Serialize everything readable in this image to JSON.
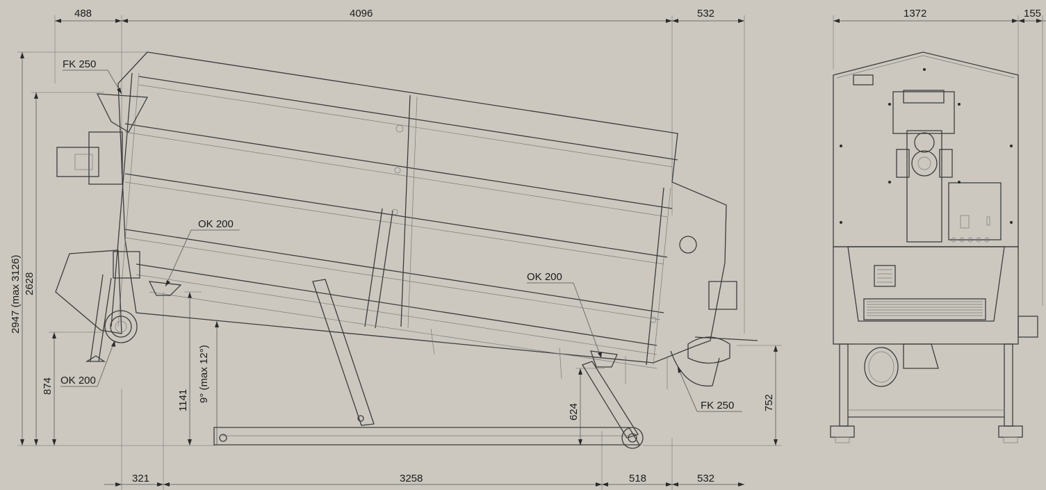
{
  "side_view": {
    "top_dims": {
      "d1": "488",
      "d2": "4096",
      "d3": "532"
    },
    "bottom_dims": {
      "d1": "321",
      "d2": "3258",
      "d3": "518",
      "d4": "532"
    },
    "left_dims": {
      "overall": "2947 (max 3126)",
      "inner": "2628",
      "low": "874"
    },
    "inner_dims": {
      "height": "1141",
      "angle": "9° (max 12°)",
      "leg": "624",
      "right": "752"
    },
    "labels": {
      "fk_top": "FK 250",
      "ok_left": "OK 200",
      "ok_mid": "OK 200",
      "ok_right": "OK 200",
      "fk_right": "FK 250"
    }
  },
  "end_view": {
    "top_dims": {
      "d1": "1372",
      "d2": "155"
    }
  }
}
